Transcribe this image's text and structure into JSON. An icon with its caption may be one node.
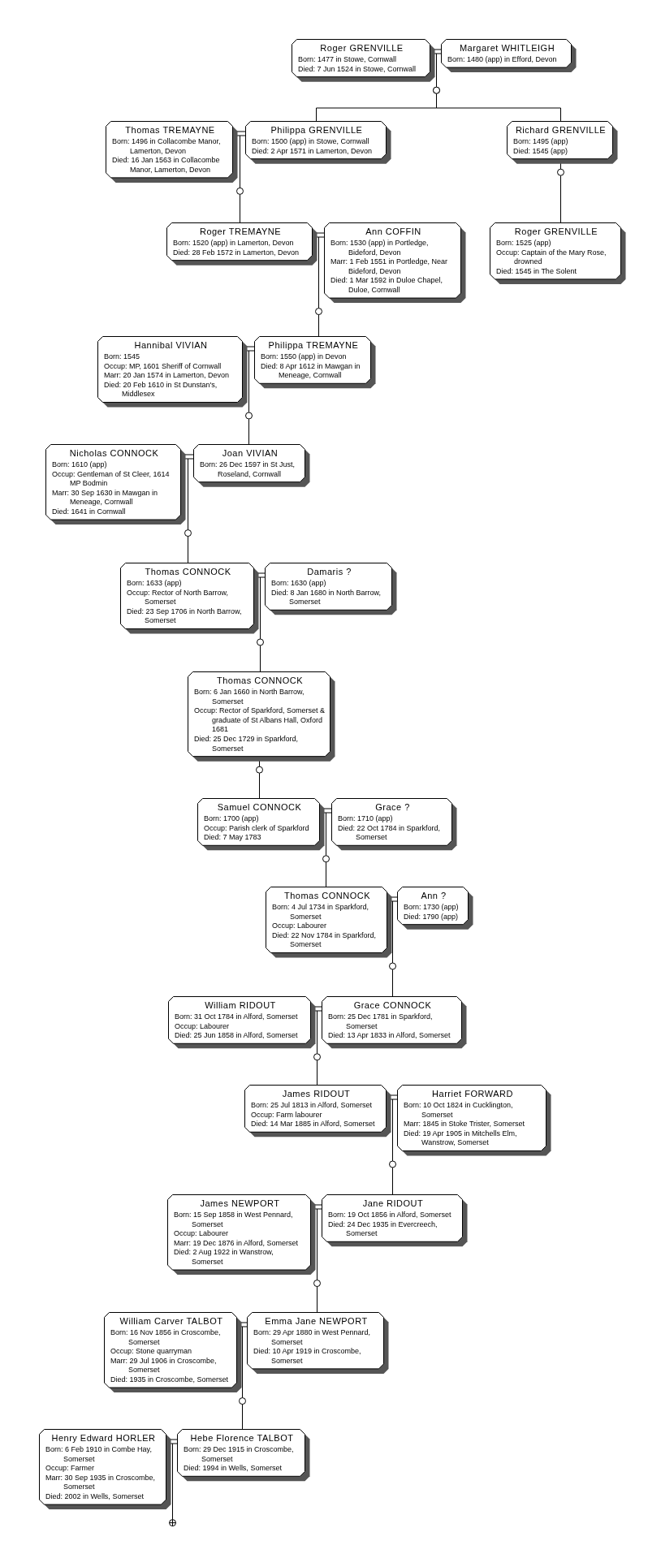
{
  "diagram": {
    "nodes": [
      {
        "text": [
          "Roger GRENVILLE",
          "Born: 1477 in Stowe, Cornwall",
          "Died: 7 Jun 1524 in Stowe, Cornwall"
        ]
      },
      {
        "text": [
          "Margaret WHITLEIGH",
          "Born: 1480 (app) in Efford, Devon"
        ]
      },
      {
        "text": [
          "Thomas TREMAYNE",
          "Born: 1496 in Collacombe Manor, Lamerton, Devon",
          "Died: 16 Jan 1563 in Collacombe Manor, Lamerton, Devon"
        ]
      },
      {
        "text": [
          "Philippa GRENVILLE",
          "Born: 1500 (app) in Stowe, Cornwall",
          "Died: 2 Apr 1571 in Lamerton, Devon"
        ]
      },
      {
        "text": [
          "Richard GRENVILLE",
          "Born: 1495 (app)",
          "Died: 1545 (app)"
        ]
      },
      {
        "text": [
          "Roger TREMAYNE",
          "Born: 1520 (app) in Lamerton, Devon",
          "Died: 28 Feb 1572 in Lamerton, Devon"
        ]
      },
      {
        "text": [
          "Ann COFFIN",
          "Born: 1530 (app) in Portledge, Bideford, Devon",
          "Marr: 1 Feb 1551 in Portledge, Near Bideford, Devon",
          "Died: 1 Mar 1592 in Duloe Chapel, Duloe, Cornwall"
        ]
      },
      {
        "text": [
          "Roger GRENVILLE",
          "Born: 1525 (app)",
          "Occup: Captain of the Mary Rose, drowned",
          "Died: 1545 in The Solent"
        ]
      },
      {
        "text": [
          "Hannibal VIVIAN",
          "Born: 1545",
          "Occup: MP, 1601 Sheriff of Cornwall",
          "Marr: 20 Jan 1574 in Lamerton, Devon",
          "Died: 20 Feb 1610 in St Dunstan's, Middlesex"
        ]
      },
      {
        "text": [
          "Philippa TREMAYNE",
          "Born: 1550 (app) in Devon",
          "Died: 8 Apr 1612 in Mawgan in Meneage, Cornwall"
        ]
      },
      {
        "text": [
          "Nicholas CONNOCK",
          "Born: 1610 (app)",
          "Occup: Gentleman of St Cleer, 1614 MP Bodmin",
          "Marr: 30 Sep 1630 in Mawgan in Meneage, Cornwall",
          "Died: 1641 in Cornwall"
        ]
      },
      {
        "text": [
          "Joan VIVIAN",
          "Born: 26 Dec 1597 in St Just, Roseland, Cornwall"
        ]
      },
      {
        "text": [
          "Thomas CONNOCK",
          "Born: 1633 (app)",
          "Occup: Rector of North Barrow, Somerset",
          "Died: 23 Sep 1706 in North Barrow, Somerset"
        ]
      },
      {
        "text": [
          "Damaris ?",
          "Born: 1630 (app)",
          "Died: 8 Jan 1680 in North Barrow, Somerset"
        ]
      },
      {
        "text": [
          "Thomas CONNOCK",
          "Born: 6 Jan 1660 in North Barrow, Somerset",
          "Occup: Rector of Sparkford, Somerset & graduate of St Albans Hall, Oxford 1681",
          "Died: 25 Dec 1729 in Sparkford, Somerset"
        ]
      },
      {
        "text": [
          "Samuel CONNOCK",
          "Born: 1700 (app)",
          "Occup: Parish clerk of Sparkford",
          "Died: 7 May 1783"
        ]
      },
      {
        "text": [
          "Grace ?",
          "Born: 1710 (app)",
          "Died: 22 Oct 1784 in Sparkford, Somerset"
        ]
      },
      {
        "text": [
          "Thomas CONNOCK",
          "Born: 4 Jul 1734 in Sparkford, Somerset",
          "Occup: Labourer",
          "Died: 22 Nov 1784 in Sparkford, Somerset"
        ]
      },
      {
        "text": [
          "Ann ?",
          "Born: 1730 (app)",
          "Died: 1790 (app)"
        ]
      },
      {
        "text": [
          "William RIDOUT",
          "Born: 31 Oct 1784 in Alford, Somerset",
          "Occup: Labourer",
          "Died: 25 Jun 1858 in Alford, Somerset"
        ]
      },
      {
        "text": [
          "Grace CONNOCK",
          "Born: 25 Dec 1781 in Sparkford, Somerset",
          "Died: 13 Apr 1833 in Alford, Somerset"
        ]
      },
      {
        "text": [
          "James RIDOUT",
          "Born: 25 Jul 1813 in Alford, Somerset",
          "Occup: Farm labourer",
          "Died: 14 Mar 1885 in Alford, Somerset"
        ]
      },
      {
        "text": [
          "Harriet FORWARD",
          "Born: 10 Oct 1824 in Cucklington, Somerset",
          "Marr: 1845 in Stoke Trister, Somerset",
          "Died: 19 Apr 1905 in Mitchells Elm, Wanstrow, Somerset"
        ]
      },
      {
        "text": [
          "James NEWPORT",
          "Born: 15 Sep 1858 in West Pennard, Somerset",
          "Occup: Labourer",
          "Marr: 19 Dec 1876 in Alford, Somerset",
          "Died: 2 Aug 1922 in Wanstrow, Somerset"
        ]
      },
      {
        "text": [
          "Jane RIDOUT",
          "Born: 19 Oct 1856 in Alford, Somerset",
          "Died: 24 Dec 1935 in Evercreech, Somerset"
        ]
      },
      {
        "text": [
          "William Carver TALBOT",
          "Born: 16 Nov 1856 in Croscombe, Somerset",
          "Occup: Stone quarryman",
          "Marr: 29 Jul 1906 in Croscombe, Somerset",
          "Died: 1935 in Croscombe, Somerset"
        ]
      },
      {
        "text": [
          "Emma Jane NEWPORT",
          "Born: 29 Apr 1880 in West Pennard, Somerset",
          "Died: 10 Apr 1919 in Croscombe, Somerset"
        ]
      },
      {
        "text": [
          "Henry Edward HORLER",
          "Born: 6 Feb 1910 in Combe Hay, Somerset",
          "Occup: Farmer",
          "Marr: 30 Sep 1935 in Croscombe, Somerset",
          "Died: 2002 in Wells, Somerset"
        ]
      },
      {
        "text": [
          "Hebe Florence TALBOT",
          "Born: 29 Dec 1915 in Croscombe, Somerset",
          "Died: 1994 in Wells, Somerset"
        ]
      }
    ],
    "edges": [
      {
        "from": 0,
        "to": 1,
        "arrow": "none"
      },
      {
        "from": 0,
        "to": 3,
        "arrow": "none"
      },
      {
        "from": 0,
        "to": 4,
        "arrow": "none"
      },
      {
        "from": 2,
        "to": 3,
        "arrow": "none"
      },
      {
        "from": 2,
        "to": 5,
        "arrow": "none"
      },
      {
        "from": 4,
        "to": 7,
        "arrow": "none"
      },
      {
        "from": 5,
        "to": 6,
        "arrow": "none"
      },
      {
        "from": 5,
        "to": 9,
        "arrow": "none"
      },
      {
        "from": 8,
        "to": 9,
        "arrow": "none"
      },
      {
        "from": 8,
        "to": 11,
        "arrow": "none"
      },
      {
        "from": 10,
        "to": 11,
        "arrow": "none"
      },
      {
        "from": 10,
        "to": 12,
        "arrow": "none"
      },
      {
        "from": 12,
        "to": 13,
        "arrow": "none"
      },
      {
        "from": 12,
        "to": 14,
        "arrow": "none"
      },
      {
        "from": 14,
        "to": 15,
        "arrow": "none"
      },
      {
        "from": 15,
        "to": 16,
        "arrow": "none"
      },
      {
        "from": 15,
        "to": 17,
        "arrow": "none"
      },
      {
        "from": 17,
        "to": 18,
        "arrow": "none"
      },
      {
        "from": 17,
        "to": 20,
        "arrow": "none"
      },
      {
        "from": 19,
        "to": 20,
        "arrow": "none"
      },
      {
        "from": 19,
        "to": 21,
        "arrow": "none"
      },
      {
        "from": 21,
        "to": 22,
        "arrow": "none"
      },
      {
        "from": 21,
        "to": 24,
        "arrow": "none"
      },
      {
        "from": 23,
        "to": 24,
        "arrow": "none"
      },
      {
        "from": 23,
        "to": 26,
        "arrow": "none"
      },
      {
        "from": 25,
        "to": 26,
        "arrow": "none"
      },
      {
        "from": 25,
        "to": 28,
        "arrow": "none"
      },
      {
        "from": 27,
        "to": 28,
        "arrow": "none"
      },
      {
        "from": 27,
        "to": null,
        "arrow": "other"
      }
    ]
  }
}
